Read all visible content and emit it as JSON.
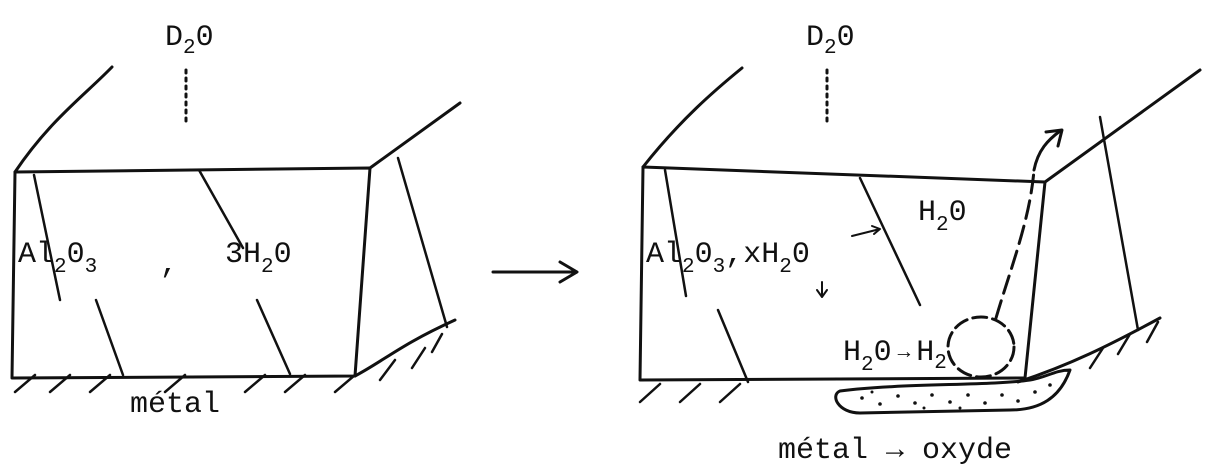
{
  "left_panel": {
    "top_label": {
      "main": "D",
      "sub": "2",
      "tail": "0"
    },
    "formula": {
      "part1_main": "Al",
      "part1_sub1": "2",
      "part1_mid": "0",
      "part1_sub2": "3",
      "separator": ",",
      "part2_main": "3H",
      "part2_sub": "2",
      "part2_tail": "0"
    },
    "bottom_label": "métal"
  },
  "right_panel": {
    "top_label": {
      "main": "D",
      "sub": "2",
      "tail": "0"
    },
    "formula": {
      "part1_main": "Al",
      "part1_sub1": "2",
      "part1_mid": "0",
      "part1_sub2": "3",
      "part2": ",xH",
      "part2_sub": "2",
      "part2_tail": "0"
    },
    "water_label": {
      "main": "H",
      "sub": "2",
      "tail": "0"
    },
    "reaction": {
      "reactant_main": "H",
      "reactant_sub": "2",
      "reactant_tail": "0",
      "arrow": "→",
      "product_main": "H",
      "product_sub": "2"
    },
    "bottom_label": "métal → oxyde"
  },
  "colors": {
    "ink": "#111111",
    "background": "#ffffff"
  }
}
